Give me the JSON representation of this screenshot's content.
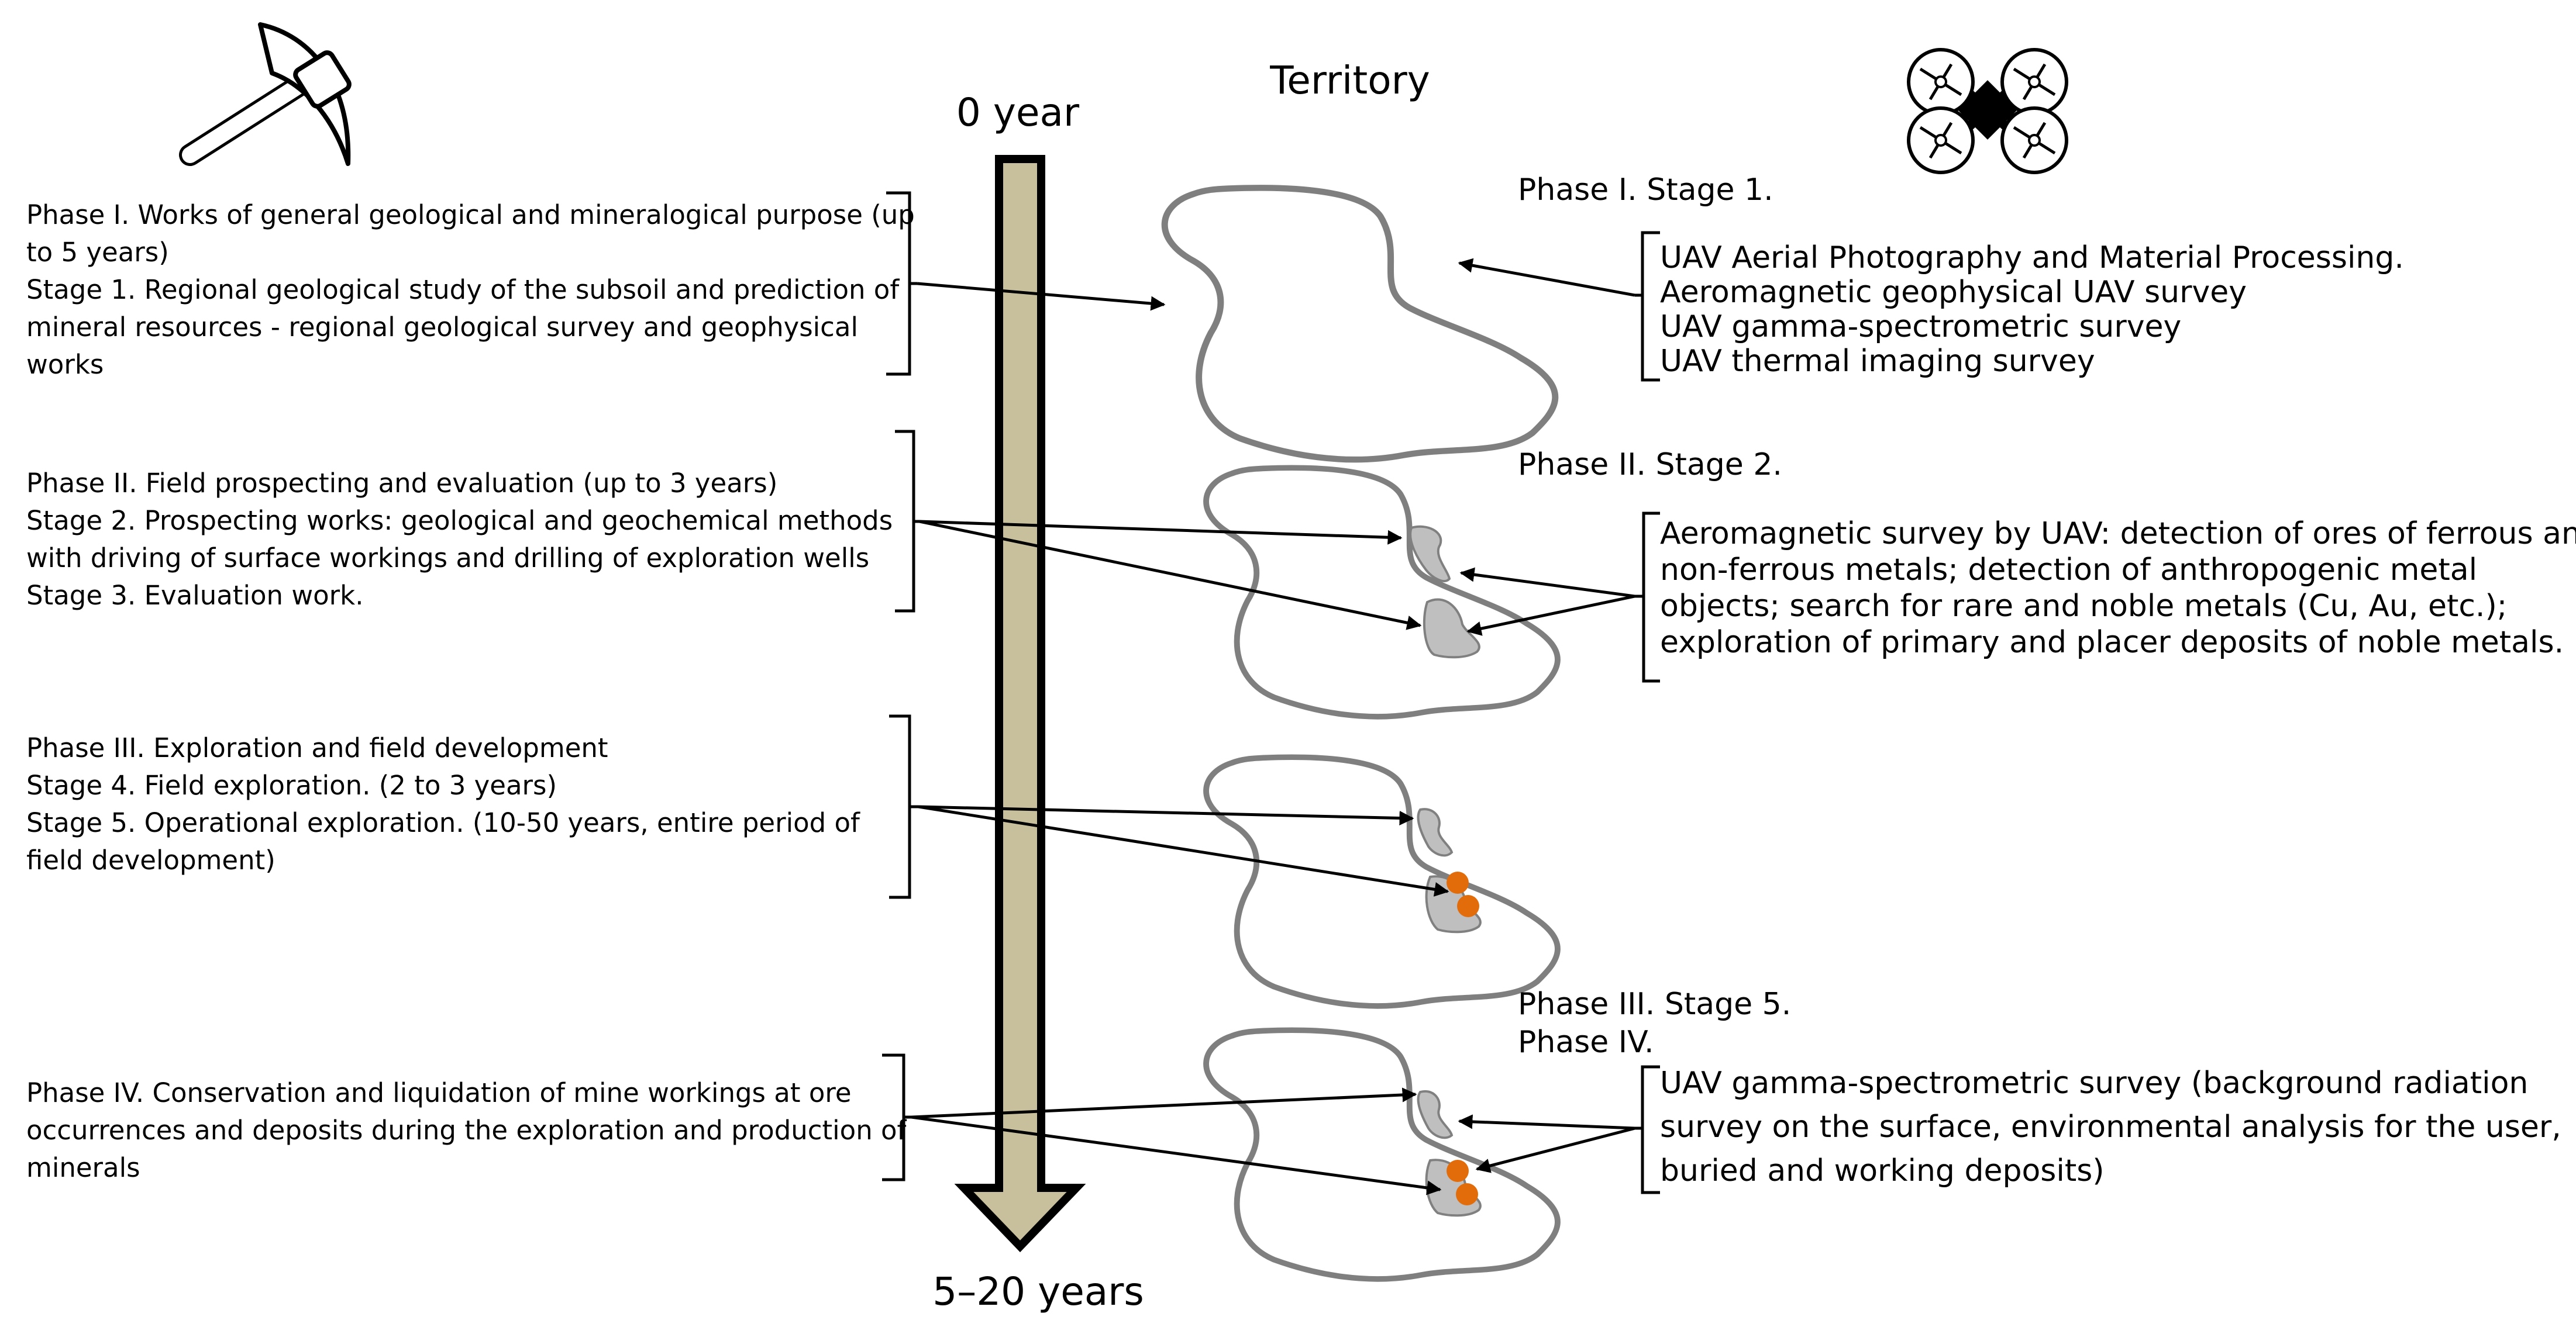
{
  "timeline": {
    "start_label": "0 year",
    "end_label": "5–20 years",
    "bar_color": "#c8bf9c"
  },
  "territory_heading": "Territory",
  "colors": {
    "territory_outline": "#7f7f7f",
    "ore_body": "#bfbfbf",
    "deposit_dot": "#e36c0a"
  },
  "icons": {
    "left": "pickaxe-icon",
    "right": "drone-icon"
  },
  "left_blocks": [
    {
      "lines": [
        "Phase I. Works of general geological and mineralogical purpose (up",
        "to 5 years)",
        "Stage 1. Regional geological study of the subsoil and prediction of",
        "mineral resources - regional geological survey and geophysical",
        "works"
      ]
    },
    {
      "lines": [
        "Phase II. Field prospecting and evaluation (up to 3 years)",
        "Stage 2. Prospecting works: geological and geochemical methods",
        "with driving of surface workings and drilling of exploration wells",
        "Stage 3. Evaluation work."
      ]
    },
    {
      "lines": [
        "Phase III. Exploration and field development",
        "Stage 4. Field exploration. (2 to 3 years)",
        "Stage 5. Operational exploration. (10-50 years, entire period of",
        "field development)"
      ]
    },
    {
      "lines": [
        "Phase IV. Conservation and liquidation of mine workings at ore",
        "occurrences and deposits during the exploration and production of",
        "minerals"
      ]
    }
  ],
  "stage_labels": [
    "Phase I. Stage 1.",
    "Phase II. Stage 2.",
    "Phase III. Stage 5.",
    "Phase IV."
  ],
  "right_blocks": [
    {
      "lines": [
        "UAV Aerial Photography and Material Processing.",
        "Aeromagnetic geophysical UAV survey",
        "UAV gamma-spectrometric survey",
        "UAV thermal imaging survey"
      ]
    },
    {
      "lines": [
        "Aeromagnetic survey by UAV: detection of ores of ferrous and",
        "non-ferrous metals; detection of anthropogenic metal",
        "objects; search for rare and noble metals (Cu, Au, etc.);",
        "exploration of primary and placer deposits of noble metals."
      ]
    },
    {
      "lines": [
        "UAV gamma-spectrometric survey (background radiation",
        "survey on the surface, environmental analysis for the user,",
        "buried and working deposits)"
      ]
    }
  ]
}
